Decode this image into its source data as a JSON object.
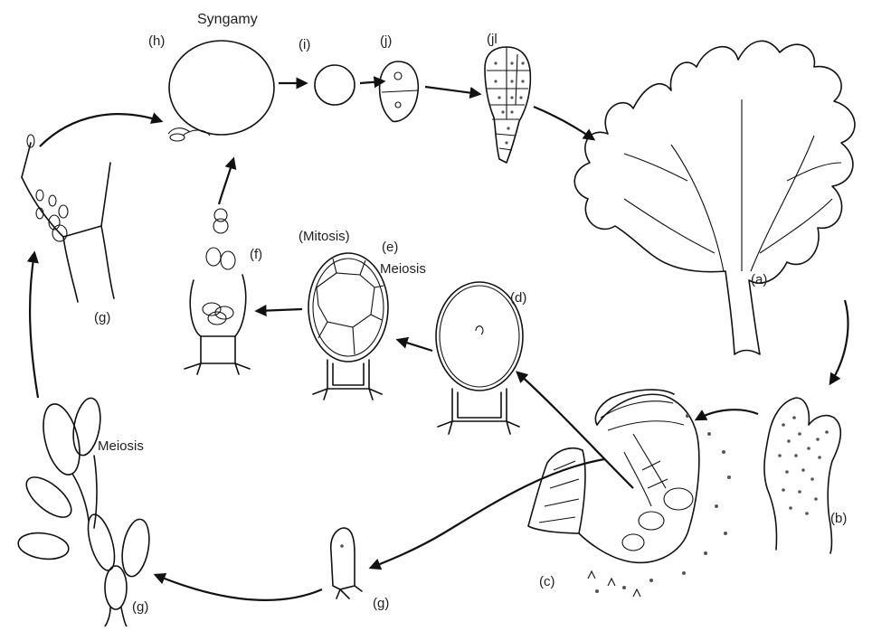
{
  "labels": {
    "syngamy": "Syngamy",
    "mitosis": "(Mitosis)",
    "meiosis_center": "Meiosis",
    "meiosis_left": "Meiosis",
    "a": "(a)",
    "b": "(b)",
    "c": "(c)",
    "d": "(d)",
    "e": "(e)",
    "f": "(f)",
    "g_top_left": "(g)",
    "g_bottom_left": "(g)",
    "g_bottom_mid": "(g)",
    "h": "(h)",
    "i": "(i)",
    "j": "(j)",
    "jl": "(jl"
  }
}
